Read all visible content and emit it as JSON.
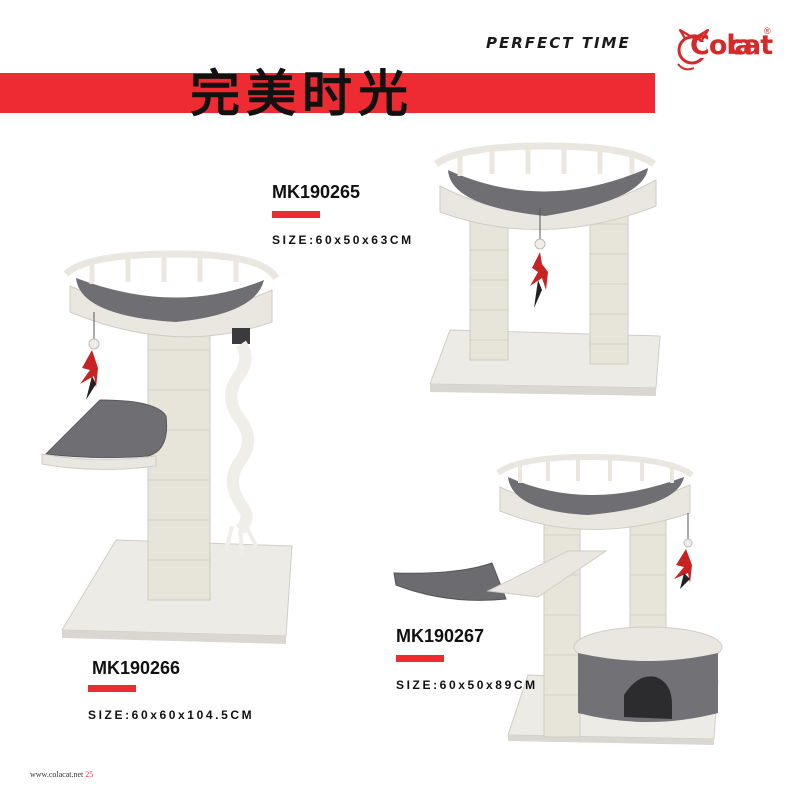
{
  "header": {
    "tagline": "PERFECT TIME",
    "title_cn": "完美时光",
    "brand": {
      "name": "Colacat",
      "text_main": "Cola",
      "text_tail": "cat",
      "registered_mark": "®"
    }
  },
  "products": [
    {
      "model": "MK190265",
      "size": "SIZE:60x50x63CM"
    },
    {
      "model": "MK190266",
      "size": "SIZE:60x60x104.5CM"
    },
    {
      "model": "MK190267",
      "size": "SIZE:60x50x89CM"
    }
  ],
  "footer": {
    "url": "www.colacat.net",
    "page": "25"
  },
  "colors": {
    "accent_red": "#ee2a33",
    "frame_white": "#e9e7e0",
    "cushion_gray": "#6f6e72",
    "sisal": "#e7e4da"
  },
  "icons": [
    "cat-ear-logo-icon",
    "feather-toy-icon"
  ]
}
